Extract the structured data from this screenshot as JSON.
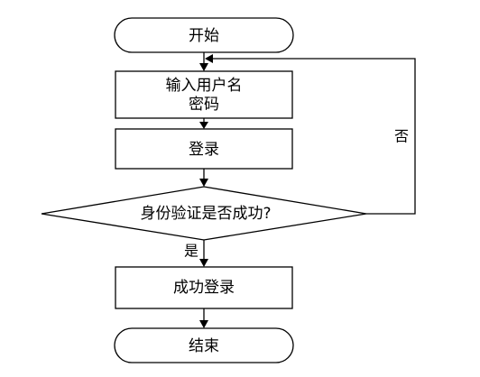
{
  "flowchart": {
    "start": "开始",
    "input_line1": "输入用户名",
    "input_line2": "密码",
    "login": "登录",
    "decision": "身份验证是否成功?",
    "success": "成功登录",
    "end": "结束",
    "yes_label": "是",
    "no_label": "否"
  }
}
